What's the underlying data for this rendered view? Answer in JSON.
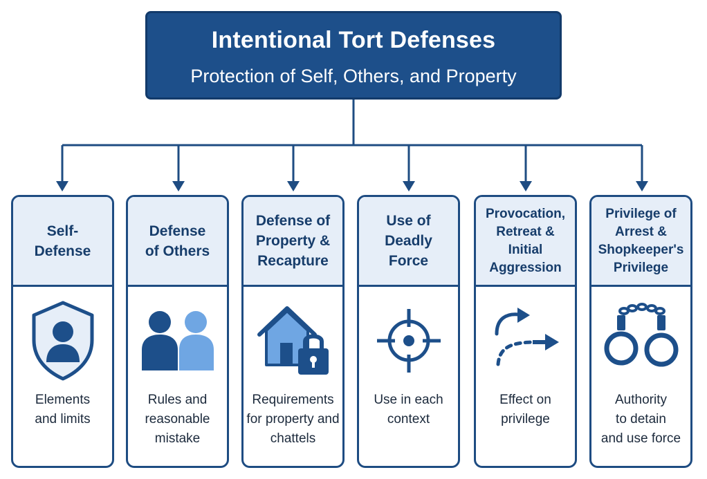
{
  "title": {
    "main": "Intentional Tort Defenses",
    "sub": "Protection of Self, Others, and Property"
  },
  "colors": {
    "primary": "#1d4f8a",
    "border": "#1e4c82",
    "header_fill": "#e6eef8",
    "icon_light": "#6fa6e3"
  },
  "cards": [
    {
      "title": "Self-\nDefense",
      "icon": "shield-person-icon",
      "desc": "Elements\nand limits"
    },
    {
      "title": "Defense\nof Others",
      "icon": "two-people-icon",
      "desc": "Rules and\nreasonable\nmistake"
    },
    {
      "title": "Defense of\nProperty &\nRecapture",
      "icon": "house-lock-icon",
      "desc": "Requirements\nfor property and\nchattels"
    },
    {
      "title": "Use of\nDeadly\nForce",
      "icon": "crosshair-icon",
      "desc": "Use in each\ncontext"
    },
    {
      "title": "Provocation,\nRetreat &\nInitial\nAggression",
      "icon": "curved-arrows-icon",
      "desc": "Effect on\nprivilege"
    },
    {
      "title": "Privilege of\nArrest &\nShopkeeper's\nPrivilege",
      "icon": "handcuffs-icon",
      "desc": "Authority\nto detain\nand use force"
    }
  ]
}
